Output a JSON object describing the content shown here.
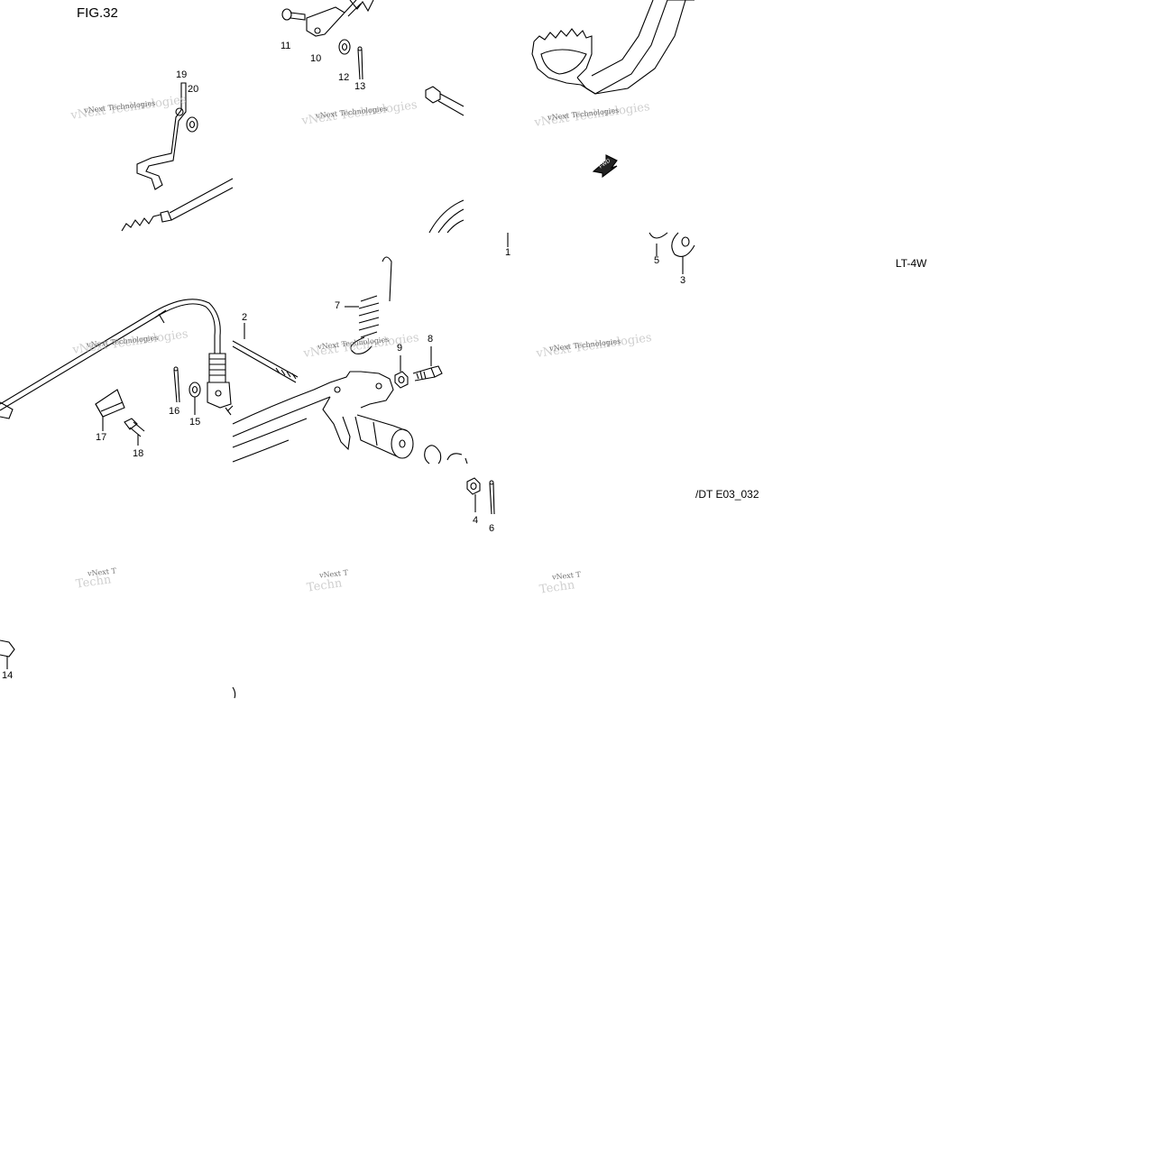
{
  "figure_label": "FIG.32",
  "model_label": "LT-4W",
  "diagram_code": "/DT E03_032",
  "fwd_arrow_label": "FWD",
  "watermark_text": "vNext Technologies",
  "watermark_fragment": "vNext T",
  "watermark_ghost_fragment": "Techn",
  "callouts": [
    {
      "id": "c1",
      "text": "1"
    },
    {
      "id": "c2",
      "text": "2"
    },
    {
      "id": "c3",
      "text": "3"
    },
    {
      "id": "c4",
      "text": "4"
    },
    {
      "id": "c5",
      "text": "5"
    },
    {
      "id": "c6",
      "text": "6"
    },
    {
      "id": "c7",
      "text": "7"
    },
    {
      "id": "c8",
      "text": "8"
    },
    {
      "id": "c9",
      "text": "9"
    },
    {
      "id": "c10",
      "text": "10"
    },
    {
      "id": "c11",
      "text": "11"
    },
    {
      "id": "c12",
      "text": "12"
    },
    {
      "id": "c13",
      "text": "13"
    },
    {
      "id": "c14",
      "text": "14"
    },
    {
      "id": "c15",
      "text": "15"
    },
    {
      "id": "c16",
      "text": "16"
    },
    {
      "id": "c17",
      "text": "17"
    },
    {
      "id": "c18",
      "text": "18"
    },
    {
      "id": "c19",
      "text": "19"
    },
    {
      "id": "c20",
      "text": "20"
    }
  ]
}
